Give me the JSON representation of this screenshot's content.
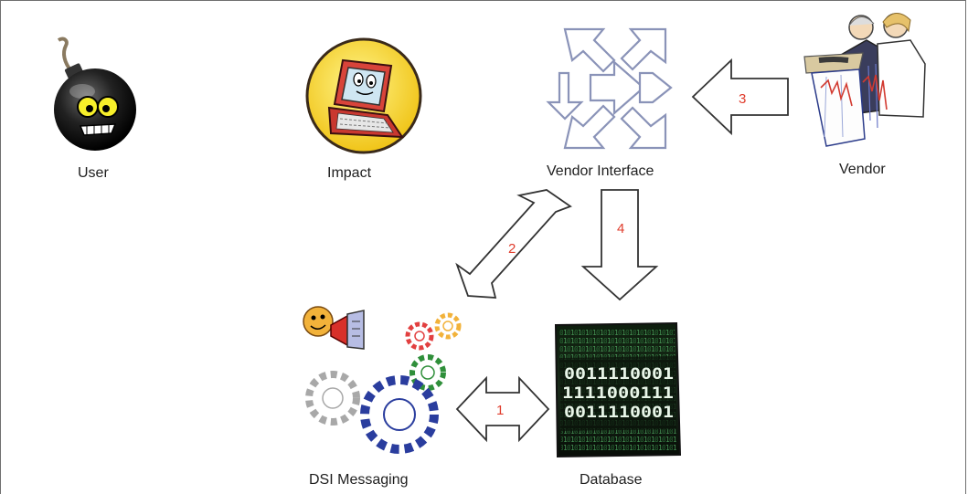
{
  "nodes": {
    "user": {
      "label": "User",
      "icon": "bomb-character-icon"
    },
    "impact": {
      "label": "Impact",
      "icon": "laptop-character-icon"
    },
    "vendor_interface": {
      "label": "Vendor Interface",
      "icon": "puzzle-arrows-icon"
    },
    "vendor": {
      "label": "Vendor",
      "icon": "scientists-reading-chart-icon"
    },
    "dsi_messaging": {
      "label": "DSI Messaging",
      "icon": "gears-messenger-icon"
    },
    "database": {
      "label": "Database",
      "icon": "binary-data-screen-icon"
    }
  },
  "edges": [
    {
      "label": "1",
      "from": "DSI Messaging",
      "to": "Database",
      "direction": "both"
    },
    {
      "label": "2",
      "from": "DSI Messaging",
      "to": "Vendor Interface",
      "direction": "both"
    },
    {
      "label": "3",
      "from": "Vendor",
      "to": "Vendor Interface",
      "direction": "one-way"
    },
    {
      "label": "4",
      "from": "Vendor Interface",
      "to": "Database",
      "direction": "one-way"
    }
  ],
  "database_screen_text": [
    "0011110001",
    "1111000111",
    "0011110001"
  ],
  "colors": {
    "edge_label": "#e03c2c",
    "arrow_outline": "#333333",
    "frame": "#6f6f6f"
  }
}
